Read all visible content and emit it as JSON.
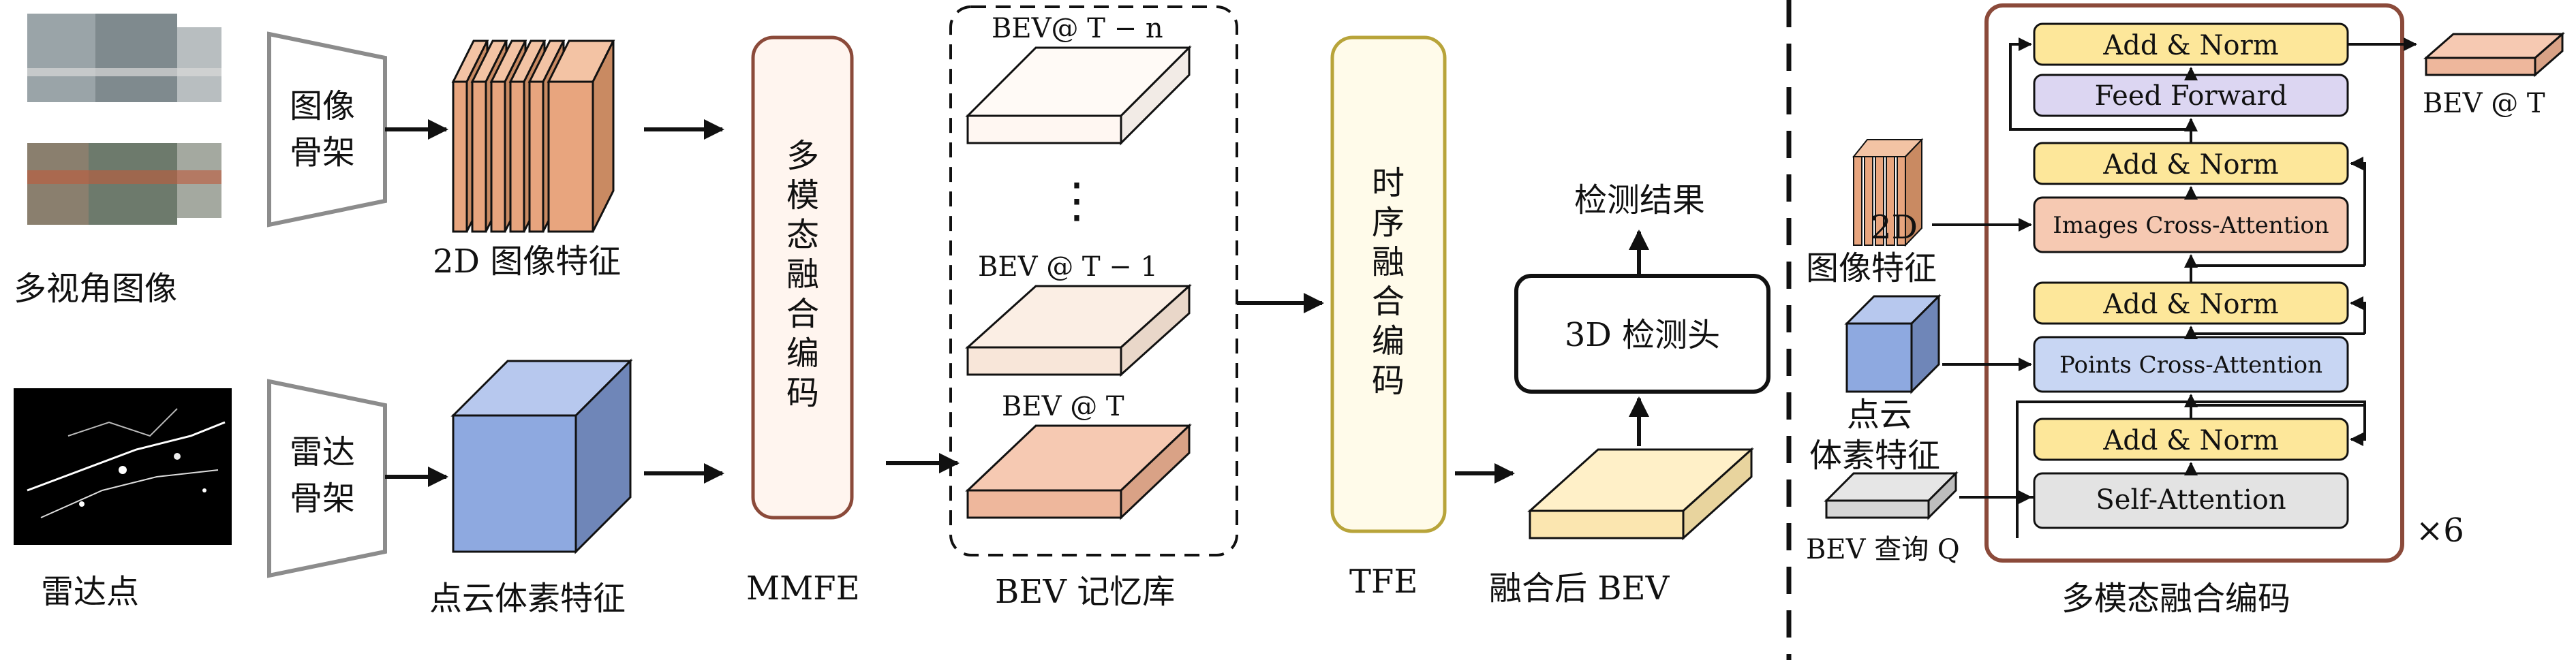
{
  "left": {
    "input_image_label": "多视角图像",
    "input_lidar_label": "雷达点",
    "image_backbone_line1": "图像",
    "image_backbone_line2": "骨架",
    "lidar_backbone_line1": "雷达",
    "lidar_backbone_line2": "骨架",
    "image_feature_label": "2D 图像特征",
    "voxel_feature_label": "点云体素特征",
    "mmfe_text": [
      "多",
      "模",
      "态",
      "融",
      "合",
      "编",
      "码"
    ],
    "mmfe_label": "MMFE",
    "memory_labels": [
      "BEV@ T − n",
      "BEV @ T − 1",
      "BEV @  T"
    ],
    "memory_dots": "⋮",
    "memory_label": "BEV 记忆库",
    "tfe_text": [
      "时",
      "序",
      "融",
      "合",
      "编",
      "码"
    ],
    "tfe_label": "TFE",
    "detect_head": "3D 检测头",
    "detect_result": "检测结果",
    "fused_bev_label": "融合后 BEV"
  },
  "right": {
    "feat_2d_line1": "2D",
    "feat_2d_line2": "图像特征",
    "voxel_line1": "点云",
    "voxel_line2": "体素特征",
    "bev_query": "BEV 查询 Q",
    "bev_out": "BEV @ T",
    "repeat": "×6",
    "encoder_label": "多模态融合编码",
    "blocks": {
      "add_norm": "Add & Norm",
      "feed_forward": "Feed Forward",
      "images_cross_attention": "Images Cross-Attention",
      "points_cross_attention": "Points Cross-Attention",
      "self_attention": "Self-Attention"
    }
  },
  "colors": {
    "image_feature": "#e8a57e",
    "voxel": "#8ea9e0",
    "mmfe_border": "#8b4a3a",
    "tfe_border": "#b8a43a",
    "tfe_fill": "#fffbea",
    "fused_bev": "#fff0c8",
    "add_norm": "#fde79a",
    "feed_forward": "#dcd6f2",
    "images_ca": "#f6c9b2",
    "points_ca": "#c8d6f3",
    "self_attention": "#e3e3e3",
    "encoder_border": "#8b4a3a"
  }
}
